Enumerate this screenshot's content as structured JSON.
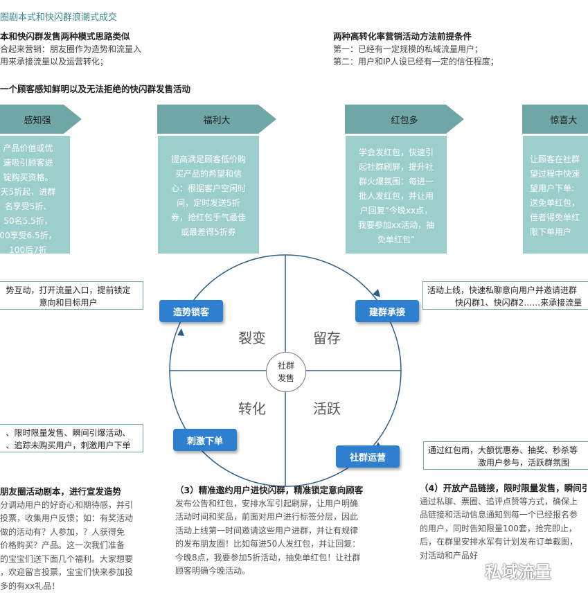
{
  "page_title": "圈剧本式和快闪群浪潮式成交",
  "left_intro": {
    "heading": "本和快闪群发售两种模式思路类似",
    "lines": [
      "合起来营销：朋友圈作为造势和流量入",
      "用来承接流量以及运营转化；"
    ]
  },
  "right_intro": {
    "heading": "两种高转化率营销活动方法前提条件",
    "lines": [
      "第一：已经有一定规模的私域流量用户；",
      "第二：用户和IP人设已经有一定的信任程度；"
    ]
  },
  "section_heading": "一个顾客感知鲜明以及无法拒绝的快闪群发售活动",
  "arrows": [
    {
      "label": "感知强"
    },
    {
      "label": "福利大"
    },
    {
      "label": "红包多"
    },
    {
      "label": "惊喜大"
    }
  ],
  "cards": [
    {
      "lines": [
        "产品价值或优",
        "速吸引顾客进",
        "锭购买资格。",
        "天5折起，进群",
        "名享受5折、",
        "50名5.5折，",
        "00享受6.5折，",
        "100后7折"
      ]
    },
    {
      "lines": [
        "提高满足顾客低价购",
        "买产品的希望和信",
        "心：根据客户空闲时",
        "间，定时发送5折",
        "券，抢红包手气最佳",
        "或最差得5折券"
      ]
    },
    {
      "lines": [
        "学会发红包，快速引",
        "起社群刷屏，提升社",
        "群火爆氛围：每进一",
        "批人发红包，并让用",
        "户回复“今晚xx点，",
        "我要参加xx活动，抽",
        "免单红包”"
      ]
    },
    {
      "lines": [
        "让顾客在社群",
        "望过程中快速",
        "望用户下单:",
        "送免单红包，",
        "佳者得免单红",
        "限下单用户"
      ]
    }
  ],
  "notes": {
    "top_left": [
      "势互动，打开流量入口，提前锁定",
      "意向和目标用户"
    ],
    "top_right": [
      "活动上线，快速私聊意向用户并邀请进群",
      "快闪群1、快闪群2……来承接流量"
    ],
    "bottom_left": [
      "、限时限量发售、瞬间引爆活动、",
      "、追踪未购买用户，刺激用户下单"
    ],
    "bottom_right": [
      "通过红包雨，大额优惠券、抽奖、秒杀等",
      "激用户参与，活跃群氛围"
    ]
  },
  "cycle": {
    "center": [
      "社群",
      "发售"
    ],
    "quadrants": [
      "裂变",
      "留存",
      "转化",
      "活跃"
    ],
    "tags": [
      "造势锁客",
      "建群承接",
      "刺激下单",
      "社群运营"
    ]
  },
  "bottom_paragraphs": {
    "left": {
      "heading": "朋友圈活动剧本，进行宣发造势",
      "lines": [
        "分调动用户的好奇心和期待感，并引",
        "投票，收集用户反馈；如：有奖活动",
        "做的活动有？人参加，？人获得免",
        "价格购买？产品。这一次我们准备",
        "的宝宝们送下面几个福利。大家想要",
        "，欢迎留言投票，宝宝们快来参加投",
        "多的有xx礼品！"
      ]
    },
    "middle": {
      "heading": "（3）精准邀约用户进快闪群，精准锁定意向顾客",
      "lines": [
        "发布公告和红包，安排水军引起刷屏，让用户明确",
        "活动时间和奖品，前面对用户进行标签分层，因此",
        "活动上线第一时间邀请这些用户进群，并让有规律",
        "的发布朋友圈！比如每进50人发红包，并让回复：",
        "今晚8点，我要参加5折活动，抽免单红包！让社群",
        "顾客明确今晚活动。"
      ]
    },
    "right": {
      "heading": "（4）开放产品链接，限时限量发售，瞬间引",
      "lines": [
        "通过私聊、票圈、追评点赞等方式，确保上",
        "品链接和活动信息通知到每一个已经报名参",
        "的用户，同时告知限量100套，抢完即止，",
        "后，在群里安排水军有计划发布订单截图，",
        "对活动和产品好"
      ]
    }
  },
  "watermark": "私域流量"
}
